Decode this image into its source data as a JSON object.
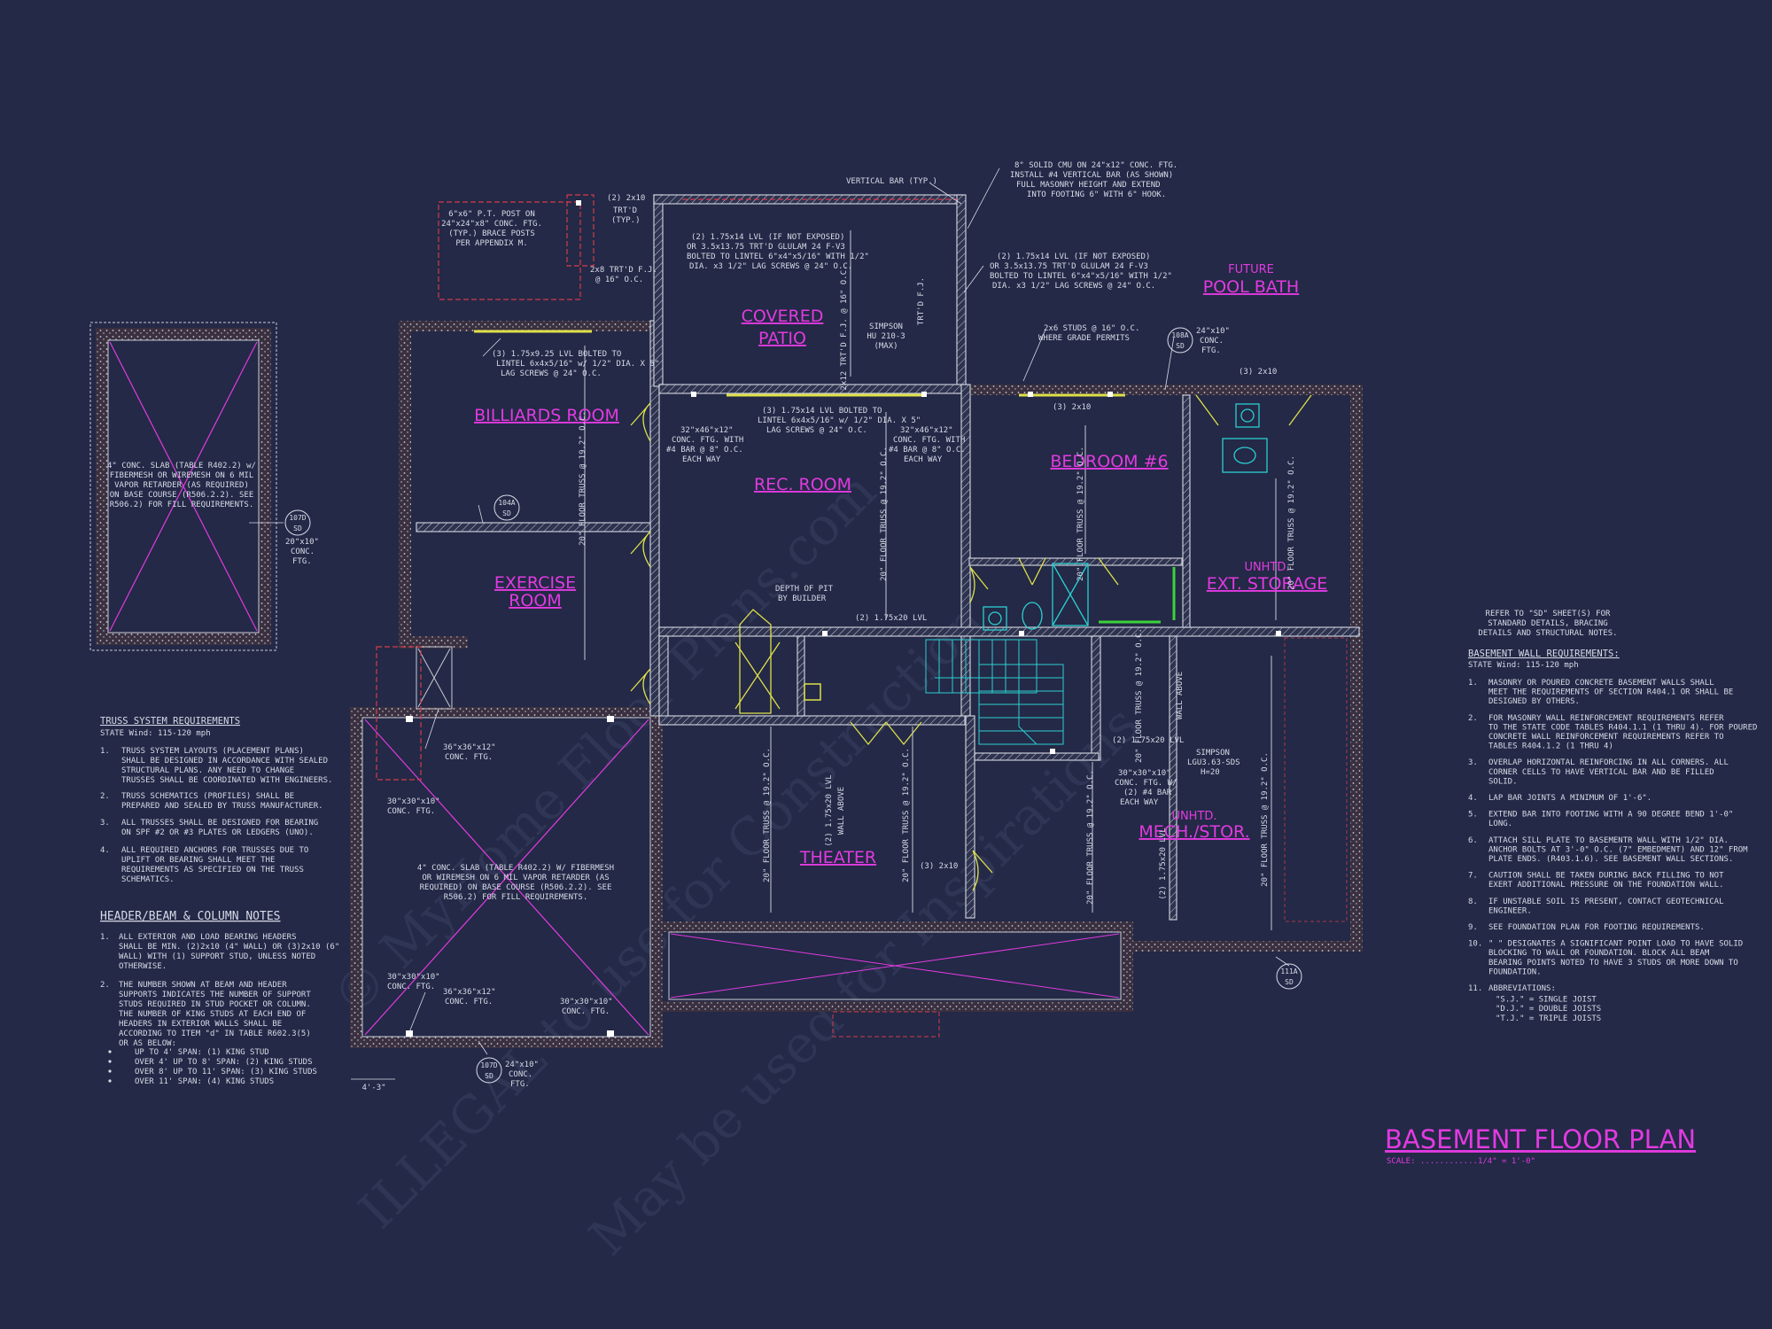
{
  "watermark": {
    "line1": "© MyHome Floor Plans.com",
    "line2": "ILLEGAL to use for Construction",
    "line3": "May be used for Inspirations"
  },
  "rooms": {
    "covered_patio_1": "COVERED",
    "covered_patio_2": "PATIO",
    "billiards": "BILLIARDS ROOM",
    "rec": "REC. ROOM",
    "bedroom": "BEDROOM #6",
    "future": "FUTURE",
    "pool_bath": "POOL BATH",
    "exercise_1": "EXERCISE",
    "exercise_2": "ROOM",
    "unhtd_1": "UNHTD.",
    "ext_storage": "EXT. STORAGE",
    "theater": "THEATER",
    "unhtd_2": "UNHTD.",
    "mech": "MECH./STOR."
  },
  "callouts": {
    "post": [
      "6\"x6\" P.T. POST ON",
      "24\"x24\"x8\" CONC. FTG.",
      "(TYP.) BRACE POSTS",
      "PER APPENDIX M."
    ],
    "trtd_2x10": [
      "(2) 2x10",
      "TRT'D",
      "(TYP.)"
    ],
    "vertical_bar": "VERTICAL BAR (TYP.)",
    "cmu": [
      "8\" SOLID CMU ON 24\"x12\" CONC. FTG.",
      "INSTALL #4 VERTICAL BAR (AS SHOWN)",
      "FULL MASONRY HEIGHT AND EXTEND",
      "INTO FOOTING 6\" WITH 6\" HOOK."
    ],
    "lvl_patio": [
      "(2) 1.75x14 LVL (IF NOT EXPOSED)",
      "OR 3.5x13.75 TRT'D GLULAM 24 F-V3",
      "BOLTED TO LINTEL 6\"x4\"x5/16\" WITH 1/2\"",
      "DIA. x3 1/2\" LAG SCREWS @ 24\" O.C."
    ],
    "lvl_right": [
      "(2) 1.75x14 LVL (IF NOT EXPOSED)",
      "OR 3.5x13.75 TRT'D GLULAM 24 F-V3",
      "BOLTED TO LINTEL 6\"x4\"x5/16\" WITH 1/2\"",
      "DIA. x3 1/2\" LAG SCREWS @ 24\" O.C."
    ],
    "trtd_fj": [
      "2x8 TRT'D F.J.",
      "@ 16\" O.C."
    ],
    "fj_vert": "2x12 TRT'D F.J. @ 16\" O.C.",
    "trtd_fj_small": "TRT'D F.J.",
    "simpson_hu": [
      "SIMPSON",
      "HU 210-3",
      "(MAX)"
    ],
    "studs": [
      "2x6 STUDS @ 16\" O.C.",
      "WHERE GRADE PERMITS"
    ],
    "ftg_108a": [
      "24\"x10\"",
      "CONC.",
      "FTG."
    ],
    "tag_108a": [
      "108A",
      "SD"
    ],
    "two_2x10_bath": "(3) 2x10",
    "lvl_billiards": [
      "(3) 1.75x9.25 LVL BOLTED TO",
      "LINTEL 6x4x5/16\" w/ 1/2\" DIA. X 5\"",
      "LAG SCREWS @ 24\" O.C."
    ],
    "lvl_rec": [
      "(3) 1.75x14 LVL BOLTED TO",
      "LINTEL 6x4x5/16\" w/ 1/2\" DIA. X 5\"",
      "LAG SCREWS @ 24\" O.C."
    ],
    "ftg_32_left": [
      "32\"x46\"x12\"",
      "CONC. FTG. WITH",
      "#4 BAR @ 8\" O.C.",
      "EACH WAY"
    ],
    "ftg_32_right": [
      "32\"x46\"x12\"",
      "CONC. FTG. WITH",
      "#4 BAR @ 8\" O.C.",
      "EACH WAY"
    ],
    "bedroom_2x10": "(3) 2x10",
    "truss_billiards": "20\" FLOOR TRUSS @ 19.2\" O.C.",
    "truss_rec": "20\" FLOOR TRUSS @ 19.2\" O.C.",
    "truss_bed": "20\" FLOOR TRUSS @ 19.2\" O.C.",
    "truss_storage": "20\" FLOOR TRUSS @ 19.2\" O.C.",
    "tag_104a": [
      "104A",
      "SD"
    ],
    "depth_pit": [
      "DEPTH OF PIT",
      "BY BUILDER"
    ],
    "lvl_rec_beam": "(2) 1.75x20 LVL",
    "slab_left": [
      "4\" CONC. SLAB (TABLE R402.2) w/",
      "FIBERMESH OR WIREMESH ON 6 MIL",
      "VAPOR RETARDER (AS REQUIRED)",
      "ON BASE COURSE (R506.2.2). SEE",
      "R506.2) FOR FILL REQUIREMENTS."
    ],
    "tag_107d": [
      "107D",
      "SD"
    ],
    "ftg_107d": [
      "20\"x10\"",
      "CONC.",
      "FTG."
    ],
    "ftg_36_top": [
      "36\"x36\"x12\"",
      "CONC. FTG."
    ],
    "ftg_30_left": [
      "30\"x30\"x10\"",
      "CONC. FTG."
    ],
    "slab_garage": [
      "4\" CONC. SLAB (TABLE R402.2) W/ FIBERMESH",
      "OR WIREMESH ON 6 MIL VAPOR RETARDER (AS",
      "REQUIRED) ON BASE COURSE (R506.2.2). SEE",
      "R506.2) FOR FILL REQUIREMENTS."
    ],
    "ftg_30_bl": [
      "30\"x30\"x10\"",
      "CONC. FTG."
    ],
    "ftg_36_bot": [
      "36\"x36\"x12\"",
      "CONC. FTG."
    ],
    "ftg_30_br": [
      "30\"x30\"x10\"",
      "CONC. FTG."
    ],
    "tag_107d_b": [
      "107D",
      "SD"
    ],
    "ftg_107d_b": [
      "24\"x10\"",
      "CONC.",
      "FTG."
    ],
    "dim": "4'-3\"",
    "truss_th1": "20\" FLOOR TRUSS @ 19.2\" O.C.",
    "lvl_th": "(2) 1.75x20 LVL",
    "wall_above_th": "WALL ABOVE",
    "truss_th2": "20\" FLOOR TRUSS @ 19.2\" O.C.",
    "th_2x10": "(3) 2x10",
    "truss_mech1": "20\" FLOOR TRUSS @ 19.2\" O.C.",
    "wall_above_mech": "WALL ABOVE",
    "lvl_mech": "(2) 1.75x20 LVL",
    "simpson_lgu": [
      "SIMPSON",
      "LGU3.63-SDS",
      "H=20"
    ],
    "ftg_mech": [
      "30\"x30\"x10\"",
      "CONC. FTG. W/",
      "(2) #4 BAR",
      "EACH WAY"
    ],
    "truss_mech2": "20\" FLOOR TRUSS @ 19.2\" O.C.",
    "lvl_mech2": "(2) 1.75x20 LVL",
    "truss_mech3": "20\" FLOOR TRUSS @ 19.2\" O.C.",
    "tag_111a": [
      "111A",
      "SD"
    ]
  },
  "truss_notes": {
    "title": "TRUSS SYSTEM REQUIREMENTS",
    "wind": "STATE Wind: 115-120 mph",
    "items": [
      [
        "1.",
        "TRUSS SYSTEM LAYOUTS (PLACEMENT PLANS)",
        "SHALL BE DESIGNED IN ACCORDANCE WITH SEALED",
        "STRUCTURAL PLANS. ANY NEED TO CHANGE",
        "TRUSSES SHALL BE COORDINATED WITH ENGINEERS."
      ],
      [
        "2.",
        "TRUSS SCHEMATICS (PROFILES) SHALL BE",
        "PREPARED AND SEALED BY TRUSS MANUFACTURER."
      ],
      [
        "3.",
        "ALL TRUSSES SHALL BE DESIGNED FOR BEARING",
        "ON SPF #2 OR #3 PLATES OR LEDGERS (UNO)."
      ],
      [
        "4.",
        "ALL REQUIRED ANCHORS FOR TRUSSES DUE TO",
        "UPLIFT OR BEARING SHALL MEET THE",
        "REQUIREMENTS AS SPECIFIED ON THE TRUSS",
        "SCHEMATICS."
      ]
    ]
  },
  "header_notes": {
    "title": "HEADER/BEAM & COLUMN NOTES",
    "items": [
      [
        "1.",
        "ALL EXTERIOR AND LOAD BEARING HEADERS",
        "SHALL BE MIN. (2)2x10 (4\" WALL) OR (3)2x10 (6\"",
        "WALL) WITH (1) SUPPORT STUD, UNLESS NOTED",
        "OTHERWISE."
      ],
      [
        "2.",
        "THE NUMBER SHOWN AT BEAM AND HEADER",
        "SUPPORTS INDICATES THE NUMBER OF SUPPORT",
        "STUDS REQUIRED IN STUD POCKET OR COLUMN.",
        "THE NUMBER OF KING STUDS AT EACH END OF",
        "HEADERS IN EXTERIOR WALLS SHALL BE",
        "ACCORDING TO ITEM \"d\" IN TABLE R602.3(5)",
        "OR AS BELOW:"
      ]
    ],
    "bullets": [
      "UP TO 4' SPAN: (1) KING STUD",
      "OVER 4' UP TO 8' SPAN: (2) KING STUDS",
      "OVER 8' UP TO 11' SPAN: (3) KING STUDS",
      "OVER 11' SPAN: (4) KING STUDS"
    ]
  },
  "basement_notes": {
    "intro": [
      "REFER TO \"SD\" SHEET(S) FOR",
      "STANDARD DETAILS, BRACING",
      "DETAILS AND STRUCTURAL NOTES."
    ],
    "title": "BASEMENT WALL REQUIREMENTS:",
    "wind": "STATE Wind: 115-120 mph",
    "items": [
      [
        "1.",
        "MASONRY OR POURED CONCRETE BASEMENT WALLS SHALL",
        "MEET THE REQUIREMENTS OF SECTION R404.1 OR SHALL BE",
        "DESIGNED BY OTHERS."
      ],
      [
        "2.",
        "FOR MASONRY WALL REINFORCEMENT REQUIREMENTS REFER",
        "TO THE STATE CODE TABLES R404.1.1 (1 THRU 4). FOR POURED",
        "CONCRETE WALL REINFORCEMENT REQUIREMENTS REFER TO",
        "TABLES R404.1.2 (1 THRU 4)"
      ],
      [
        "3.",
        "OVERLAP HORIZONTAL REINFORCING IN ALL CORNERS. ALL",
        "CORNER CELLS TO HAVE VERTICAL BAR AND BE FILLED",
        "SOLID."
      ],
      [
        "4.",
        "LAP BAR JOINTS A MINIMUM OF 1'-6\"."
      ],
      [
        "5.",
        "EXTEND BAR INTO FOOTING WITH A 90 DEGREE BEND 1'-0\"",
        "LONG."
      ],
      [
        "6.",
        "ATTACH SILL PLATE TO BASEMENTR WALL WITH 1/2\" DIA.",
        "ANCHOR BOLTS AT 3'-0\" O.C. (7\" EMBEDMENT) AND 12\" FROM",
        "PLATE ENDS. (R403.1.6). SEE BASEMENT WALL SECTIONS."
      ],
      [
        "7.",
        "CAUTION SHALL BE TAKEN DURING BACK FILLING TO NOT",
        "EXERT ADDITIONAL PRESSURE ON THE FOUNDATION WALL."
      ],
      [
        "8.",
        "IF UNSTABLE SOIL IS PRESENT, CONTACT GEOTECHNICAL",
        "ENGINEER."
      ],
      [
        "9.",
        "SEE FOUNDATION PLAN FOR FOOTING REQUIREMENTS."
      ],
      [
        "10.",
        "\" \" DESIGNATES A SIGNIFICANT POINT LOAD TO HAVE SOLID",
        "BLOCKING TO WALL OR FOUNDATION. BLOCK ALL BEAM",
        "BEARING POINTS NOTED TO HAVE 3 STUDS OR MORE DOWN TO",
        "FOUNDATION."
      ],
      [
        "11.",
        "ABBREVIATIONS:"
      ]
    ],
    "abbrev": [
      "\"S.J.\" = SINGLE JOIST",
      "\"D.J.\" = DOUBLE JOISTS",
      "\"T.J.\" = TRIPLE JOISTS"
    ]
  },
  "title_block": {
    "title": "BASEMENT FLOOR PLAN",
    "scale": "SCALE: ............1/4\" = 1'-0\""
  },
  "colors": {
    "background": "#232946",
    "label": "#e23ae0",
    "wall": "#c9ccd6",
    "dashed": "#d33b4d",
    "note": "#d8dbe8",
    "door": "#dfe04a",
    "fixture": "#2ccfd2",
    "stairs": "#2ccfd2"
  }
}
